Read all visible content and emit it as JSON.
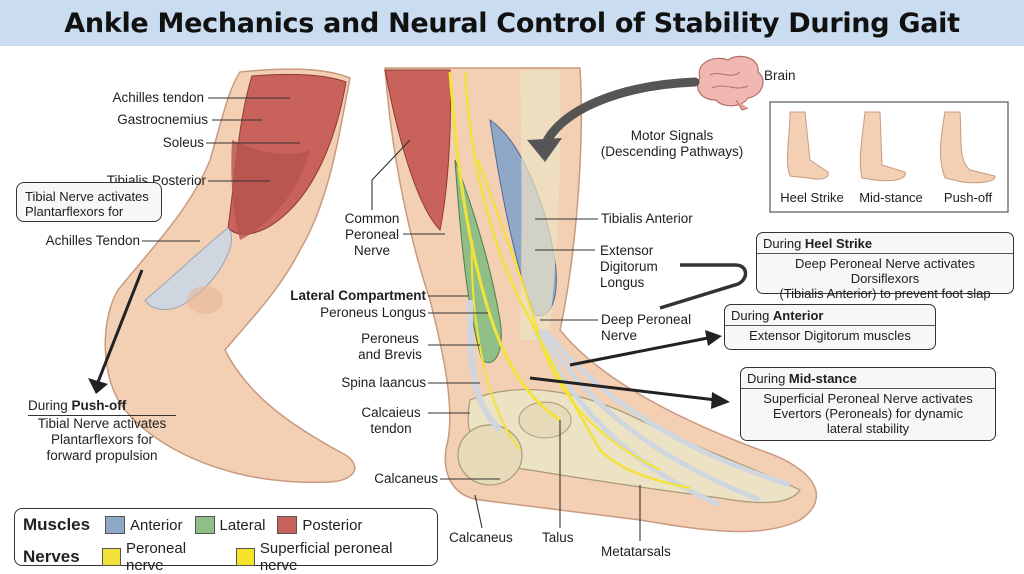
{
  "title": "Ankle Mechanics and Neural Control of Stability During Gait",
  "labels": {
    "achilles_tendon": "Achilles tendon",
    "gastrocnemius": "Gastrocnemius",
    "soleus": "Soleus",
    "tibialis_posterior": "Tibialis Posterior",
    "achilles_tendon_2": "Achilles Tendon",
    "common_peroneal_1": "Common",
    "common_peroneal_2": "Peroneal",
    "common_peroneal_3": "Nerve",
    "lateral_compartment": "Lateral Compartment",
    "peroneus_longus": "Peroneus Longus",
    "peroneus_brevis_1": "Peroneus",
    "peroneus_brevis_2": "and Brevis",
    "spina": "Spina laancus",
    "calcaieus_1": "Calcaieus",
    "calcaieus_2": "tendon",
    "calcaneus": "Calcaneus",
    "calcaneus_bottom": "Calcaneus",
    "talus": "Talus",
    "metatarsals": "Metatarsals",
    "brain": "Brain",
    "motor_1": "Motor Signals",
    "motor_2": "(Descending Pathways)",
    "tibialis_anterior": "Tibialis Anterior",
    "extensor_1": "Extensor",
    "extensor_2": "Digitorum",
    "extensor_3": "Longus",
    "deep_peroneal_1": "Deep Peroneal",
    "deep_peroneal_2": "Nerve"
  },
  "tibial_note": {
    "line1": "Tibial Nerve activates",
    "line2": "Plantarflexors for"
  },
  "pushoff_note": {
    "prefix": "During ",
    "phase": "Push-off",
    "line1": "Tibial Nerve activates",
    "line2": "Plantarflexors for",
    "line3": "forward propulsion"
  },
  "gait_panel": {
    "phases": [
      "Heel Strike",
      "Mid-stance",
      "Push-off"
    ]
  },
  "heel_box": {
    "prefix": "During ",
    "phase": "Heel Strike",
    "line1": "Deep Peroneal Nerve activates Dorsiflexors",
    "line2": "(Tibialis Anterior) to prevent foot slap"
  },
  "anterior_box": {
    "prefix": "During ",
    "phase": "Anterior",
    "line1": "Extensor Digitorum muscles"
  },
  "midstance_box": {
    "prefix": "During ",
    "phase": "Mid-stance",
    "line1": "Superficial Peroneal Nerve activates",
    "line2": "Evertors (Peroneals) for dynamic",
    "line3": "lateral stability"
  },
  "legend": {
    "muscles_label": "Muscles",
    "nerves_label": "Nerves",
    "muscles": [
      {
        "name": "Anterior",
        "color": "#8fa8c8"
      },
      {
        "name": "Lateral",
        "color": "#8fbf86"
      },
      {
        "name": "Posterior",
        "color": "#c8625a"
      }
    ],
    "nerves": [
      {
        "name": "Peroneal nerve",
        "color": "#f3e23a"
      },
      {
        "name": "Superficial peroneal nerve",
        "color": "#f7e22a"
      }
    ]
  },
  "colors": {
    "skin": "#f3cfb3",
    "skin_shade": "#e7b596",
    "bone": "#ece2c4",
    "anterior": "#8fa8c8",
    "lateral": "#8fbf86",
    "posterior": "#c8625a",
    "nerve": "#f3e23a",
    "tendon": "#cfd6df",
    "title_bg": "#c9dcf0"
  }
}
